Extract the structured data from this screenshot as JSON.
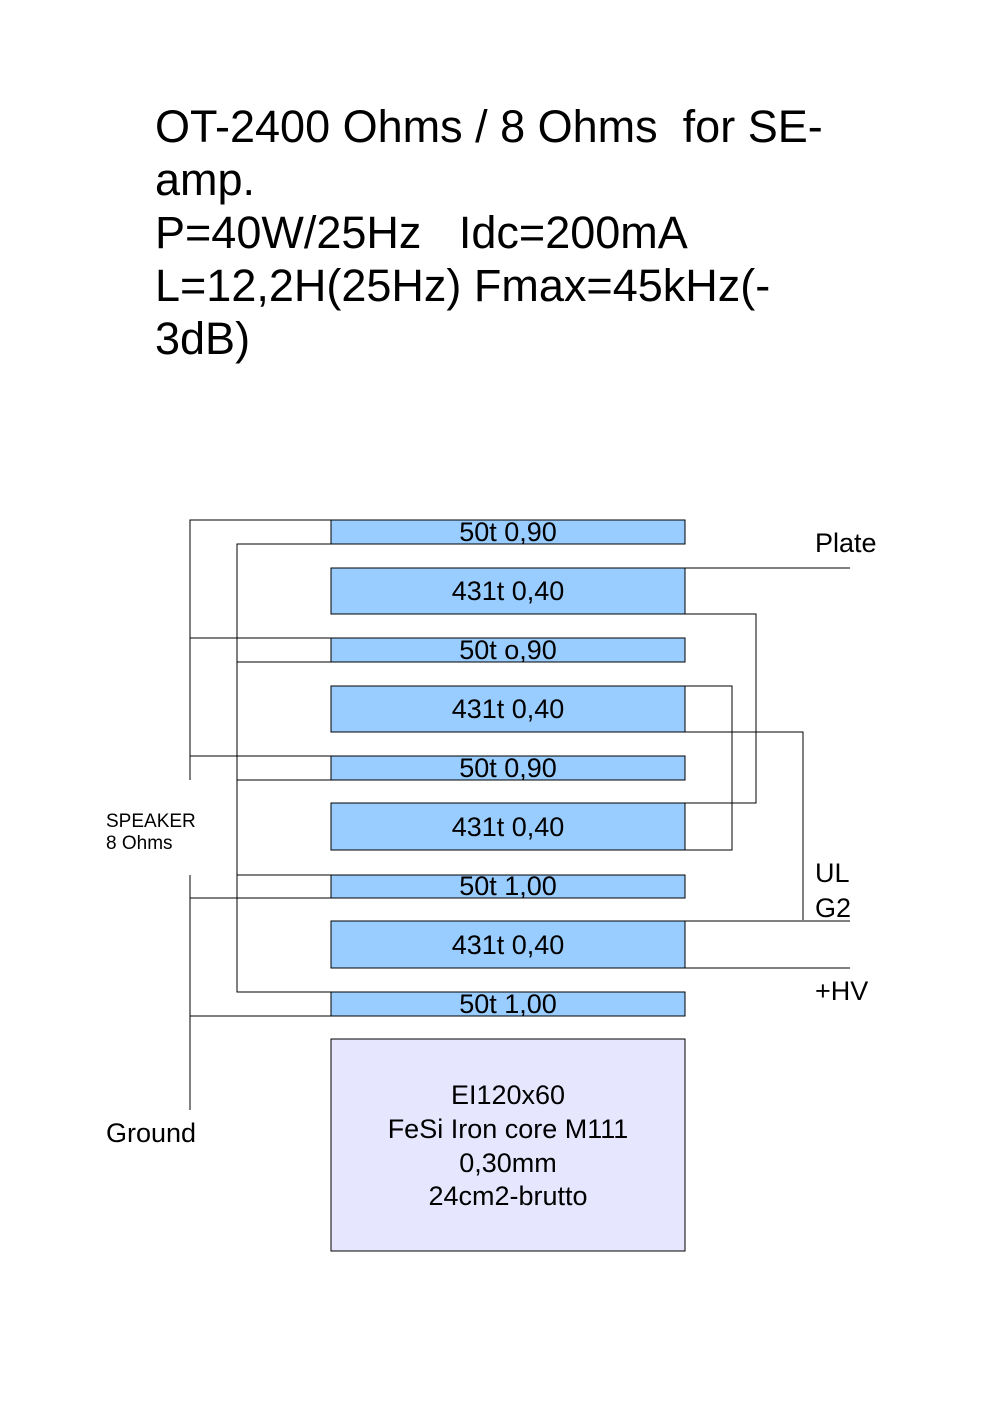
{
  "title": {
    "lines": [
      "OT-2400 Ohms / 8 Ohms  for SE-",
      "amp.",
      "P=40W/25Hz   Idc=200mA",
      "L=12,2H(25Hz) Fmax=45kHz(-",
      "3dB)"
    ]
  },
  "windings": [
    {
      "label": "50t 0,90"
    },
    {
      "label": "431t 0,40"
    },
    {
      "label": "50t o,90"
    },
    {
      "label": "431t 0,40"
    },
    {
      "label": "50t 0,90"
    },
    {
      "label": "431t 0,40"
    },
    {
      "label": "50t 1,00"
    },
    {
      "label": "431t 0,40"
    },
    {
      "label": "50t 1,00"
    }
  ],
  "terminals": {
    "plate": "Plate",
    "ul": "UL",
    "g2": "G2",
    "hv": "+HV",
    "ground": "Ground",
    "speaker": "SPEAKER",
    "speaker_impedance": "8 Ohms"
  },
  "core": {
    "lines": [
      "EI120x60",
      "FeSi Iron core M111",
      "0,30mm",
      "24cm2-brutto"
    ]
  }
}
